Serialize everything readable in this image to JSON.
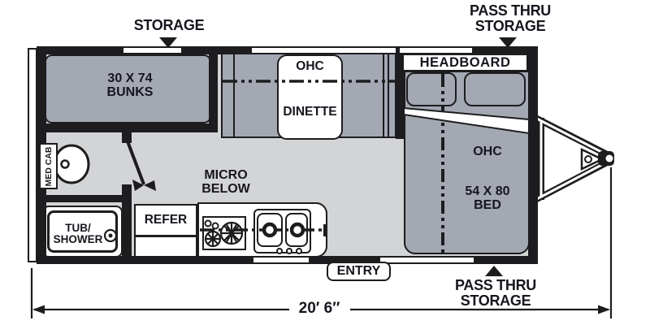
{
  "palette": {
    "wall": "#1d1d1f",
    "floor": "#d3d4d6",
    "furniture": "#a3a8b3",
    "text": "#16161e",
    "white": "#ffffff"
  },
  "exterior": {
    "storage_label": "STORAGE",
    "pass_thru_top_line1": "PASS THRU",
    "pass_thru_top_line2": "STORAGE",
    "pass_thru_bottom_line1": "PASS THRU",
    "pass_thru_bottom_line2": "STORAGE",
    "overall_length": "20′ 6″"
  },
  "bunk_room": {
    "bunks_line1": "30 X 74",
    "bunks_line2": "BUNKS"
  },
  "dinette": {
    "ohc_label": "OHC",
    "label": "DINETTE"
  },
  "bathroom": {
    "med_cab_label": "MED CAB",
    "tub_line1": "TUB/",
    "tub_line2": "SHOWER"
  },
  "kitchen": {
    "refer_label": "REFER",
    "micro_line1": "MICRO",
    "micro_line2": "BELOW"
  },
  "bedroom": {
    "headboard_label": "HEADBOARD",
    "ohc_label": "OHC",
    "bed_size_line1": "54 X 80",
    "bed_size_line2": "BED"
  },
  "entry": {
    "label": "ENTRY"
  }
}
